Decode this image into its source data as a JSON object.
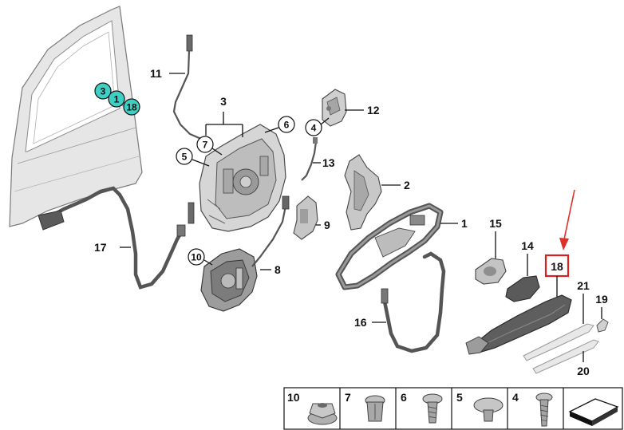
{
  "parts": {
    "p1": "1",
    "p2": "2",
    "p3": "3",
    "p4": "4",
    "p5": "5",
    "p6": "6",
    "p7": "7",
    "p8": "8",
    "p9": "9",
    "p10": "10",
    "p11": "11",
    "p12": "12",
    "p13": "13",
    "p14": "14",
    "p15": "15",
    "p16": "16",
    "p17": "17",
    "p18": "18",
    "p19": "19",
    "p20": "20",
    "p21": "21"
  },
  "door_markers": [
    "3",
    "1",
    "18"
  ],
  "hardware_strip": [
    "10",
    "7",
    "6",
    "5",
    "4"
  ],
  "colors": {
    "marker_fill": "#3fcfc4",
    "highlight_box": "#d9201e",
    "arrow": "#e0302a",
    "door_panel": "#e6e6e6",
    "dark_part": "#5a5a5a"
  }
}
